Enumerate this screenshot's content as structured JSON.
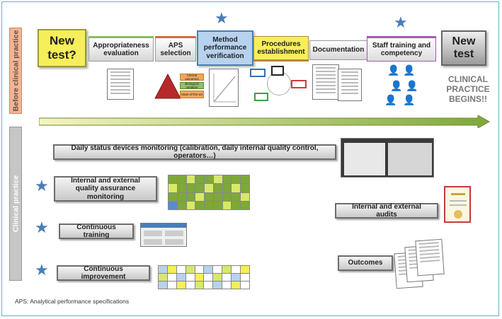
{
  "side_labels": {
    "before": "Before clinical practice",
    "clinical": "Clinical practice"
  },
  "steps": {
    "new_test": "New test?",
    "appropriateness": "Appropriateness evaluation",
    "aps": "APS selection",
    "method": "Method performance verification",
    "procedures": "Procedures establishment",
    "documentation": "Documentation",
    "staff": "Staff training and competency",
    "new_test_end": "New test"
  },
  "aps_tags": [
    "Clinical outcomes",
    "Biological variation",
    "State-of-the-art"
  ],
  "clinical_practice_begins": "CLINICAL PRACTICE BEGINS!!",
  "activities": {
    "daily": "Daily status devices monitoring (calibration, daily internal quality control, operators…)",
    "quality": "Internal and external quality assurance monitoring",
    "training": "Continuous training",
    "improvement": "Continuous improvement",
    "audits": "Internal and external audits",
    "outcomes": "Outcomes"
  },
  "footnote": "APS: Analytical performance specifications",
  "icons": [
    "star-icon",
    "triangle-icon",
    "arrow-icon",
    "person-icon",
    "certificate-icon",
    "spreadsheet-icon"
  ],
  "colors": {
    "frame": "#5fb3c9",
    "star": "#4a7eb5",
    "new_test_fill": "#f6ee5a",
    "new_test_border": "#9a9a3a",
    "appropriateness_border": "#8dbb5a",
    "aps_border": "#d46a3a",
    "method_fill": "#b7d2ee",
    "method_border": "#4a7eb5",
    "procedures_fill": "#f6ee5a",
    "procedures_border": "#b48a3a",
    "staff_border": "#a45ab5",
    "arrow_start": "#f6f5c0",
    "arrow_end": "#7ea83a",
    "side_before": "#f2b493",
    "side_clinical": "#c6c6c6"
  }
}
